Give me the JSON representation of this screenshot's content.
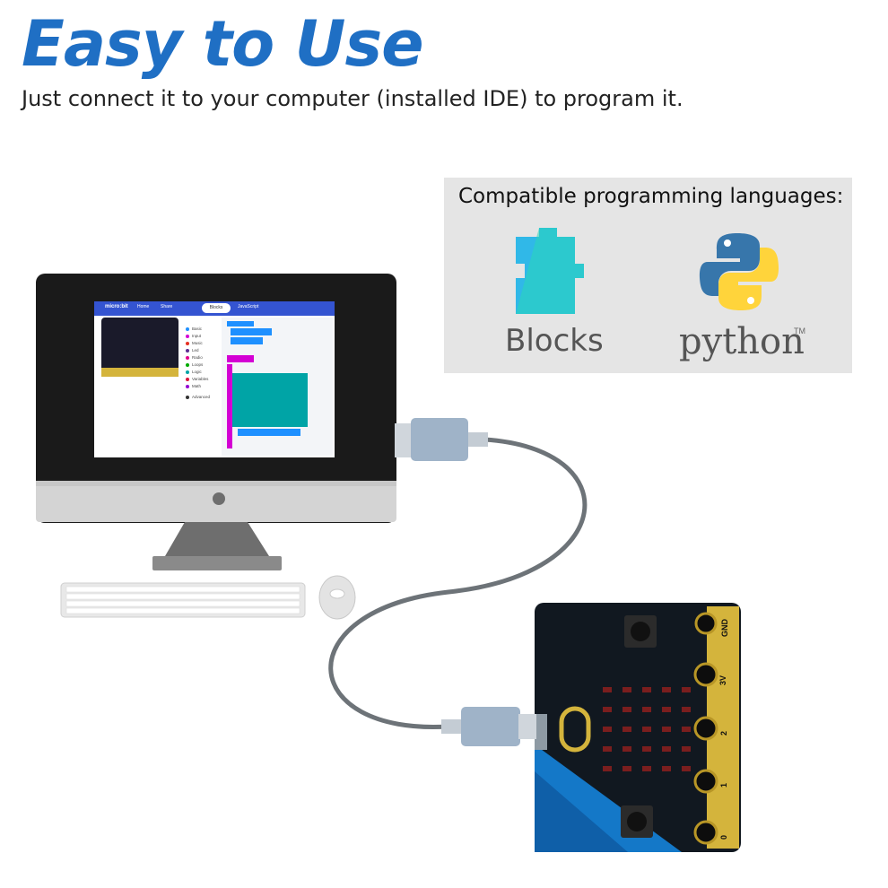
{
  "header": {
    "title": "Easy to Use",
    "subtitle": "Just connect it to your computer (installed IDE) to program it."
  },
  "languages_panel": {
    "heading": "Compatible programming languages:",
    "blocks_label": "Blocks",
    "python_label": "python",
    "trademark": "TM"
  },
  "ide": {
    "logo": "micro:bit",
    "tabs": [
      "Home",
      "Share",
      "JavaScript"
    ],
    "active_tab": "Blocks",
    "categories": [
      {
        "label": "Basic",
        "color": "#1e90ff"
      },
      {
        "label": "Input",
        "color": "#d400d4"
      },
      {
        "label": "Music",
        "color": "#e63022"
      },
      {
        "label": "Led",
        "color": "#5c2d91"
      },
      {
        "label": "Radio",
        "color": "#e3008c"
      },
      {
        "label": "Loops",
        "color": "#00aa00"
      },
      {
        "label": "Logic",
        "color": "#00a4a6"
      },
      {
        "label": "Variables",
        "color": "#dc143c"
      },
      {
        "label": "Math",
        "color": "#9400d3"
      },
      {
        "label": "Advanced",
        "color": "#333333"
      }
    ]
  },
  "board": {
    "pins": [
      "GND",
      "3V",
      "2",
      "1",
      "0"
    ]
  },
  "colors": {
    "title_blue": "#1f6fc4",
    "panel_gray": "#e5e5e5",
    "board_black": "#111820",
    "board_blue": "#1478c8",
    "connector_gold": "#d4b43c"
  }
}
